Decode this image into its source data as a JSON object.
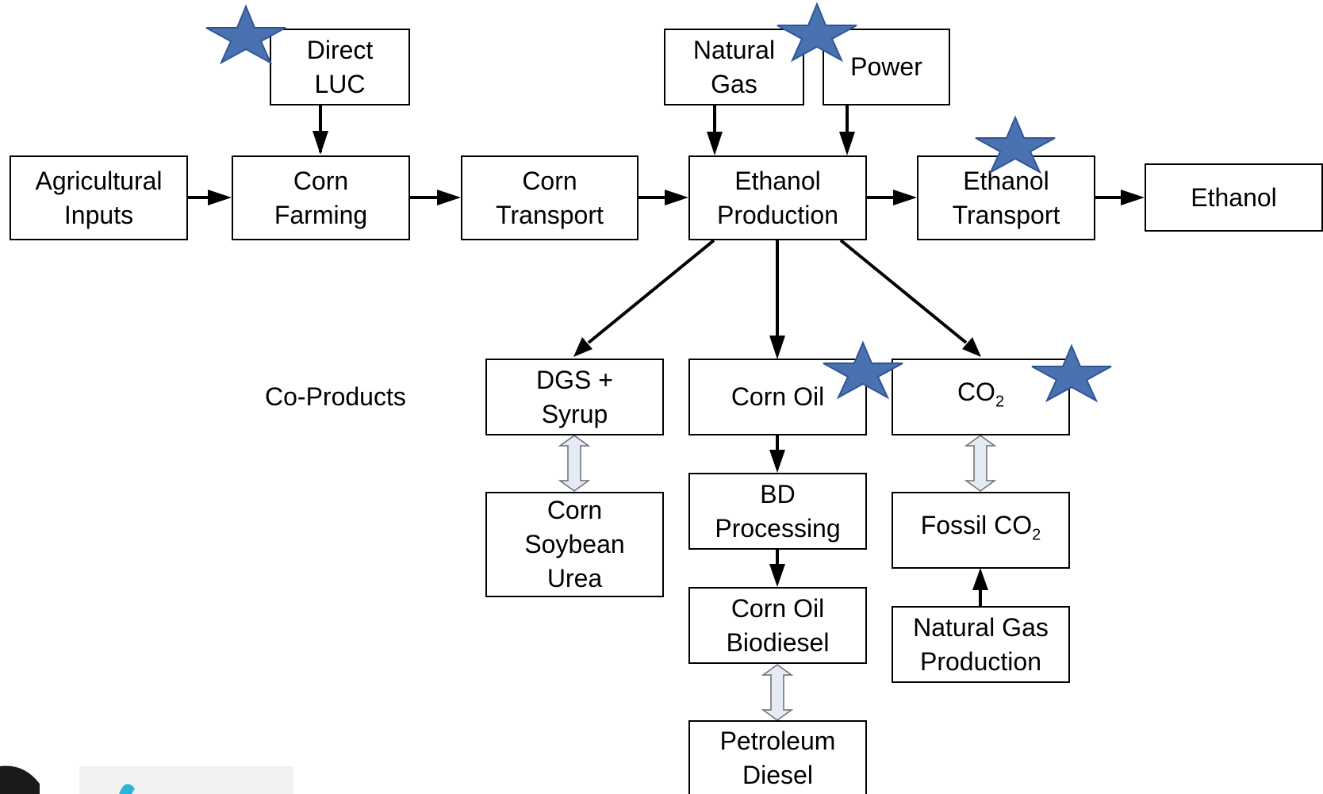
{
  "boxes": {
    "direct_luc": "Direct\nLUC",
    "agricultural_inputs": "Agricultural\nInputs",
    "corn_farming": "Corn\nFarming",
    "corn_transport": "Corn\nTransport",
    "natural_gas": "Natural\nGas",
    "power": "Power",
    "ethanol_production": "Ethanol\nProduction",
    "ethanol_transport": "Ethanol\nTransport",
    "ethanol": "Ethanol",
    "dgs_syrup": "DGS +\nSyrup",
    "corn_soybean_urea": "Corn\nSoybean\nUrea",
    "corn_oil": "Corn Oil",
    "bd_processing": "BD\nProcessing",
    "corn_oil_biodiesel": "Corn Oil\nBiodiesel",
    "petroleum_diesel": "Petroleum\nDiesel",
    "co2": {
      "main": "CO",
      "sub": "2"
    },
    "fossil_co2": {
      "main": "Fossil CO",
      "sub": "2"
    },
    "natural_gas_production": "Natural Gas\nProduction"
  },
  "labels": {
    "co_products": "Co-Products"
  },
  "colors": {
    "star_fill": "#4a72b0",
    "star_stroke": "#2f5597",
    "double_arrow_fill": "#e4ebf5",
    "line": "#000000"
  },
  "stars": [
    "direct_luc",
    "natural_gas_power",
    "ethanol_transport",
    "corn_oil",
    "co2"
  ]
}
